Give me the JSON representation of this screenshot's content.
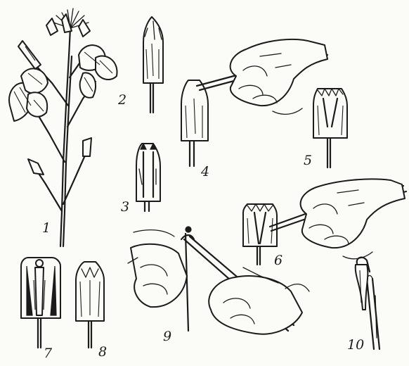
{
  "figure": {
    "panel_labels": [
      "1",
      "2",
      "3",
      "4",
      "5",
      "6",
      "7",
      "8",
      "9",
      "10"
    ]
  }
}
